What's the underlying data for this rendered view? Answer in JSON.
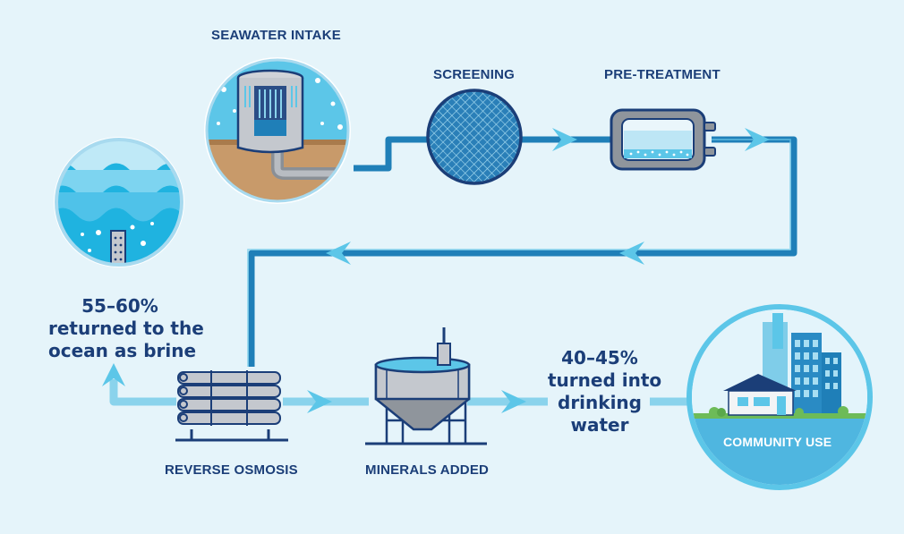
{
  "labels": {
    "seawater_intake": "SEAWATER INTAKE",
    "screening": "SCREENING",
    "pre_treatment": "PRE-TREATMENT",
    "reverse_osmosis": "REVERSE OSMOSIS",
    "minerals_added": "MINERALS ADDED",
    "community_use": "COMMUNITY USE"
  },
  "notes": {
    "brine": {
      "line1": "55–60%",
      "line2": "returned to the",
      "line3": "ocean as brine"
    },
    "drinking": {
      "line1": "40–45%",
      "line2": "turned into",
      "line3": "drinking",
      "line4": "water"
    }
  },
  "colors": {
    "background": "#e5f4fa",
    "pipe": "#1f7fb8",
    "pipe_light": "#8ad3ec",
    "label": "#1b3e78",
    "arrow": "#5cc6e8"
  }
}
